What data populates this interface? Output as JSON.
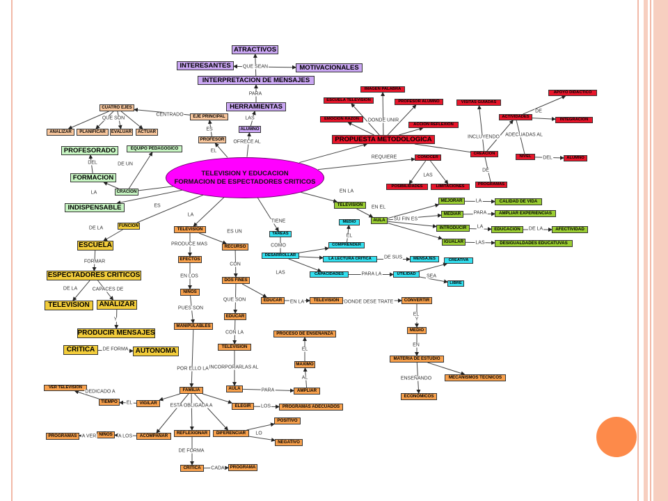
{
  "colors": {
    "purple": "#c9a6f2",
    "green": "#c7f5c2",
    "orange": "#f7a04c",
    "red": "#e8152a",
    "lime": "#9acd32",
    "cyan": "#33e0f0",
    "yellow": "#f2cc3a",
    "peach": "#f9c79d",
    "magenta": "#ff00ff",
    "accent": "#fd8a4a"
  },
  "center": {
    "line1": "TELEVISION Y EDUCACION",
    "line2": "FORMACION DE ESPECTADORES CRITICOS"
  },
  "nodes": [
    {
      "id": "atractivos",
      "text": "ATRACTIVOS",
      "c": "purple",
      "big": true
    },
    {
      "id": "interesantes",
      "text": "INTERESANTES",
      "c": "purple",
      "big": true
    },
    {
      "id": "motivacionales",
      "text": "MOTIVACIONALES",
      "c": "purple",
      "big": true
    },
    {
      "id": "interpretacion",
      "text": "INTERPRETACION DE MENSAJES",
      "c": "purple",
      "big": true
    },
    {
      "id": "herramientas",
      "text": "HERRAMIENTAS",
      "c": "purple",
      "big": true
    },
    {
      "id": "alumno-top",
      "text": "ALUMNO",
      "c": "purple"
    },
    {
      "id": "cuatro-ejes",
      "text": "CUATRO EJES",
      "c": "peach"
    },
    {
      "id": "analizar-1",
      "text": "ANALIZAR",
      "c": "peach"
    },
    {
      "id": "planificar",
      "text": "PLANIFICAR",
      "c": "peach"
    },
    {
      "id": "evaluar",
      "text": "EVALUAR",
      "c": "peach"
    },
    {
      "id": "actuar",
      "text": "ACTUAR",
      "c": "peach"
    },
    {
      "id": "eje-principal",
      "text": "EJE PRINCIPAL",
      "c": "peach"
    },
    {
      "id": "profesor",
      "text": "PROFESOR",
      "c": "peach"
    },
    {
      "id": "profesorado",
      "text": "PROFESORADO",
      "c": "green",
      "big": true
    },
    {
      "id": "equipo",
      "text": "EQUIPO PEDAGOGICO",
      "c": "green"
    },
    {
      "id": "formacion",
      "text": "FORMACION",
      "c": "green",
      "big": true
    },
    {
      "id": "cracion",
      "text": "CRACION",
      "c": "green"
    },
    {
      "id": "indispensable",
      "text": "INDISPENSABLE",
      "c": "green",
      "big": true
    },
    {
      "id": "imagen-palabra",
      "text": "IMAGEN PALABRA",
      "c": "red"
    },
    {
      "id": "escuela-television",
      "text": "ESCUELA TELEVISION",
      "c": "red"
    },
    {
      "id": "profesor-alumno",
      "text": "PROFESOR ALUMNO",
      "c": "red"
    },
    {
      "id": "emocion-razon",
      "text": "EMOCION RAZON",
      "c": "red"
    },
    {
      "id": "accion-reflexion",
      "text": "ACCION REFLEXION",
      "c": "red"
    },
    {
      "id": "propuesta",
      "text": "PROPUESTA METODOLOGICA",
      "c": "red",
      "big": true
    },
    {
      "id": "visitas",
      "text": "VISITAS GUIADAS",
      "c": "red"
    },
    {
      "id": "apoyo",
      "text": "APOYO DIDACTICO",
      "c": "red"
    },
    {
      "id": "actividades",
      "text": "ACTIVIDADES",
      "c": "red"
    },
    {
      "id": "integracion",
      "text": "INTEGRACION",
      "c": "red"
    },
    {
      "id": "creacion",
      "text": "CREACION",
      "c": "red"
    },
    {
      "id": "nivel",
      "text": "NIVEL",
      "c": "red"
    },
    {
      "id": "alumno-red",
      "text": "ALUMNO",
      "c": "red"
    },
    {
      "id": "programas-red",
      "text": "PROGRAMAS",
      "c": "red"
    },
    {
      "id": "conocer",
      "text": "CONOCER",
      "c": "red"
    },
    {
      "id": "posibilidades",
      "text": "POSIBILIDADES",
      "c": "red"
    },
    {
      "id": "limitaciones",
      "text": "LIMITACIONES",
      "c": "red"
    },
    {
      "id": "television-lime",
      "text": "TELEVISION",
      "c": "lime"
    },
    {
      "id": "aula-lime",
      "text": "AULA",
      "c": "lime"
    },
    {
      "id": "mejorar",
      "text": "MEJORAR",
      "c": "lime"
    },
    {
      "id": "calidad",
      "text": "CALIDAD DE VIDA",
      "c": "lime"
    },
    {
      "id": "mediar",
      "text": "MEDIAR",
      "c": "lime"
    },
    {
      "id": "ampliar-exp",
      "text": "AMPLIAR EXPERIENCIAS",
      "c": "lime"
    },
    {
      "id": "introducir",
      "text": "INTRODUCIR",
      "c": "lime"
    },
    {
      "id": "educacion-lime",
      "text": "EDUCACION",
      "c": "lime"
    },
    {
      "id": "afectividad",
      "text": "AFECTIVIDAD",
      "c": "lime"
    },
    {
      "id": "igualar",
      "text": "IGUALAR",
      "c": "lime"
    },
    {
      "id": "desigualdades",
      "text": "DESIGUALDADES EDUCATUVAS",
      "c": "lime"
    },
    {
      "id": "medio-cyan",
      "text": "MEDIO",
      "c": "cyan"
    },
    {
      "id": "tareas",
      "text": "TAREAS",
      "c": "cyan"
    },
    {
      "id": "comprender",
      "text": "COMPRENDER",
      "c": "cyan"
    },
    {
      "id": "desarrollar",
      "text": "DESARROLLAR",
      "c": "cyan"
    },
    {
      "id": "lectura",
      "text": "LA LECTURA CRITICA",
      "c": "cyan"
    },
    {
      "id": "mensajes-cyan",
      "text": "MENSAJES",
      "c": "cyan"
    },
    {
      "id": "creativa",
      "text": "CREATIVA",
      "c": "cyan"
    },
    {
      "id": "capacidades",
      "text": "CAPACIDADES",
      "c": "cyan"
    },
    {
      "id": "utilidad",
      "text": "UTILIDAD",
      "c": "cyan"
    },
    {
      "id": "libre",
      "text": "LIBRE",
      "c": "cyan"
    },
    {
      "id": "funcion",
      "text": "FUNCION",
      "c": "yellow"
    },
    {
      "id": "escuela",
      "text": "ESCUELA",
      "c": "yellow",
      "big": true
    },
    {
      "id": "espectadores",
      "text": "ESPECTADORES CRITICOS",
      "c": "yellow",
      "big": true
    },
    {
      "id": "television-y",
      "text": "TELEVISION",
      "c": "yellow",
      "big": true
    },
    {
      "id": "analizar-y",
      "text": "ANALIZAR",
      "c": "yellow",
      "big": true
    },
    {
      "id": "producir",
      "text": "PRODUCIR MENSAJES",
      "c": "yellow",
      "big": true
    },
    {
      "id": "critica-y",
      "text": "CRITICA",
      "c": "yellow",
      "big": true
    },
    {
      "id": "autonoma",
      "text": "AUTONOMA",
      "c": "yellow",
      "big": true
    },
    {
      "id": "television-o",
      "text": "TELEVISION",
      "c": "orange"
    },
    {
      "id": "recurso",
      "text": "RECURSO",
      "c": "orange"
    },
    {
      "id": "efectos",
      "text": "EFECTOS",
      "c": "orange"
    },
    {
      "id": "dos-fines",
      "text": "DOS FINES",
      "c": "orange"
    },
    {
      "id": "ninos-o",
      "text": "NIÑOS",
      "c": "orange"
    },
    {
      "id": "educar-o1",
      "text": "EDUCAR",
      "c": "orange"
    },
    {
      "id": "television-o2",
      "text": "TELEVISION",
      "c": "orange"
    },
    {
      "id": "convertir",
      "text": "CONVERTIR",
      "c": "orange"
    },
    {
      "id": "educar-o2",
      "text": "EDUCAR",
      "c": "orange"
    },
    {
      "id": "manipulables",
      "text": "MANIPULABLES",
      "c": "orange"
    },
    {
      "id": "medio-o",
      "text": "MEDIO",
      "c": "orange"
    },
    {
      "id": "proceso",
      "text": "PROCESO DE ENSEÑANZA",
      "c": "orange"
    },
    {
      "id": "television-o3",
      "text": "TELEVISION",
      "c": "orange"
    },
    {
      "id": "maximo",
      "text": "MAXIMO",
      "c": "orange"
    },
    {
      "id": "materia",
      "text": "MATERIA DE ESTUDIO",
      "c": "orange"
    },
    {
      "id": "mecanismos",
      "text": "MECANISMOS TECNICOS",
      "c": "orange"
    },
    {
      "id": "familia",
      "text": "FAMILIA",
      "c": "orange"
    },
    {
      "id": "aula-o",
      "text": "AULA",
      "c": "orange"
    },
    {
      "id": "ampliar-o",
      "text": "AMPLIAR",
      "c": "orange"
    },
    {
      "id": "economicos",
      "text": "ECONOMICOS",
      "c": "orange"
    },
    {
      "id": "ver-television",
      "text": "VER TELEVISION",
      "c": "orange"
    },
    {
      "id": "tiempo",
      "text": "TIEMPO",
      "c": "orange"
    },
    {
      "id": "vigilar",
      "text": "VIGILAR",
      "c": "orange"
    },
    {
      "id": "elegir",
      "text": "ELEGIR",
      "c": "orange"
    },
    {
      "id": "programas-adec",
      "text": "PROGRAMAS ADECUADOS",
      "c": "orange"
    },
    {
      "id": "positivo",
      "text": "POSITIVO",
      "c": "orange"
    },
    {
      "id": "programas-o",
      "text": "PROGRAMAS",
      "c": "orange"
    },
    {
      "id": "ninos-o2",
      "text": "NIÑOS",
      "c": "orange"
    },
    {
      "id": "acompanar",
      "text": "ACOMPAÑAR",
      "c": "orange"
    },
    {
      "id": "reflexionar",
      "text": "REFLEXIONAR",
      "c": "orange"
    },
    {
      "id": "diferenciar",
      "text": "DIFERENCIAR",
      "c": "orange"
    },
    {
      "id": "negativo",
      "text": "NEGATIVO",
      "c": "orange"
    },
    {
      "id": "critica-o",
      "text": "CRITICA",
      "c": "orange"
    },
    {
      "id": "programa-o",
      "text": "PROGRAMA",
      "c": "orange"
    }
  ],
  "labels": [
    {
      "id": "l-que-sean",
      "text": "QUE SEAN"
    },
    {
      "id": "l-para",
      "text": "PARA"
    },
    {
      "id": "l-las",
      "text": "LAS"
    },
    {
      "id": "l-ofrece-al",
      "text": "OFRECE AL"
    },
    {
      "id": "l-centrado",
      "text": "CENTRADO"
    },
    {
      "id": "l-que-son",
      "text": "QUE SON"
    },
    {
      "id": "l-es",
      "text": "ES"
    },
    {
      "id": "l-el",
      "text": "EL"
    },
    {
      "id": "l-del",
      "text": "DEL"
    },
    {
      "id": "l-de-un",
      "text": "DE UN"
    },
    {
      "id": "l-la",
      "text": "LA"
    },
    {
      "id": "l-es2",
      "text": "ES"
    },
    {
      "id": "l-de-la",
      "text": "DE LA"
    },
    {
      "id": "l-formar",
      "text": "FORMAR"
    },
    {
      "id": "l-de-la2",
      "text": "DE LA"
    },
    {
      "id": "l-capaces-de",
      "text": "CAPACES DE"
    },
    {
      "id": "l-y",
      "text": "Y"
    },
    {
      "id": "l-de-forma",
      "text": "DE FORMA"
    },
    {
      "id": "l-donde-unir",
      "text": "DONDE UNIR"
    },
    {
      "id": "l-requiere",
      "text": "REQUIERE"
    },
    {
      "id": "l-las2",
      "text": "LAS"
    },
    {
      "id": "l-incluyendo",
      "text": "INCLUYENDO"
    },
    {
      "id": "l-de",
      "text": "DE"
    },
    {
      "id": "l-adecuadas-al",
      "text": "ADECUADAS AL"
    },
    {
      "id": "l-del2",
      "text": "DEL"
    },
    {
      "id": "l-de2",
      "text": "DE"
    },
    {
      "id": "l-en-la",
      "text": "EN LA"
    },
    {
      "id": "l-en-el",
      "text": "EN EL"
    },
    {
      "id": "l-su-fin-es",
      "text": "SU FIN ES"
    },
    {
      "id": "l-la2",
      "text": "LA"
    },
    {
      "id": "l-para2",
      "text": "PARA"
    },
    {
      "id": "l-la3",
      "text": "LA"
    },
    {
      "id": "l-de-la3",
      "text": "DE LA"
    },
    {
      "id": "l-las3",
      "text": "LAS"
    },
    {
      "id": "l-el2",
      "text": "EL"
    },
    {
      "id": "l-tiene",
      "text": "TIENE"
    },
    {
      "id": "l-como",
      "text": "COMO"
    },
    {
      "id": "l-de-sus",
      "text": "DE SUS"
    },
    {
      "id": "l-las4",
      "text": "LAS"
    },
    {
      "id": "l-para-la",
      "text": "PARA LA"
    },
    {
      "id": "l-sea",
      "text": "SEA"
    },
    {
      "id": "l-la4",
      "text": "LA"
    },
    {
      "id": "l-es-un",
      "text": "ES UN"
    },
    {
      "id": "l-produce-mas",
      "text": "PRODUCE MAS"
    },
    {
      "id": "l-con",
      "text": "CON"
    },
    {
      "id": "l-en-los",
      "text": "EN LOS"
    },
    {
      "id": "l-pues-son",
      "text": "PUES SON"
    },
    {
      "id": "l-que-son2",
      "text": "QUE SON"
    },
    {
      "id": "l-en-la2",
      "text": "EN LA"
    },
    {
      "id": "l-donde-dese",
      "text": "DONDE DESE TRATE"
    },
    {
      "id": "l-el3",
      "text": "EL"
    },
    {
      "id": "l-y2",
      "text": "Y"
    },
    {
      "id": "l-con-la",
      "text": "CON LA"
    },
    {
      "id": "l-en",
      "text": "EN"
    },
    {
      "id": "l-incorporarlas",
      "text": "INCORPORARLAS AL"
    },
    {
      "id": "l-el4",
      "text": "EL"
    },
    {
      "id": "l-al",
      "text": "AL"
    },
    {
      "id": "l-por-ello",
      "text": "POR  ELLO LA"
    },
    {
      "id": "l-ensenando",
      "text": "ENSEÑANDO"
    },
    {
      "id": "l-para3",
      "text": "PARA"
    },
    {
      "id": "l-dedicado-a",
      "text": "DEDICADO A"
    },
    {
      "id": "l-el5",
      "text": "EL"
    },
    {
      "id": "l-esta-obligada",
      "text": "ESTA OBLIGADA A"
    },
    {
      "id": "l-los",
      "text": "LOS"
    },
    {
      "id": "l-a-ver",
      "text": "A VER"
    },
    {
      "id": "l-a-los",
      "text": "A LOS"
    },
    {
      "id": "l-lo",
      "text": "LO"
    },
    {
      "id": "l-de-forma2",
      "text": "DE FORMA"
    },
    {
      "id": "l-cada",
      "text": "CADA"
    }
  ]
}
